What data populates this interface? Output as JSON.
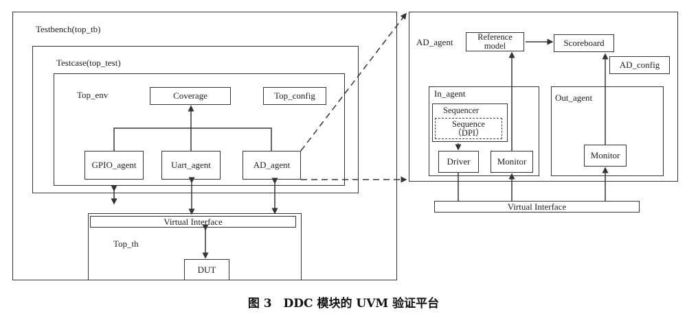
{
  "left": {
    "testbench_label": "Testbench(top_tb)",
    "testcase_label": "Testcase(top_test)",
    "env_label": "Top_env",
    "coverage": "Coverage",
    "top_config": "Top_config",
    "gpio_agent": "GPIO_agent",
    "uart_agent": "Uart_agent",
    "ad_agent": "AD_agent",
    "th_label": "Top_th",
    "virtual_interface": "Virtual Interface",
    "dut": "DUT"
  },
  "right": {
    "ad_agent_label": "AD_agent",
    "reference_model_line1": "Reference",
    "reference_model_line2": "model",
    "scoreboard": "Scoreboard",
    "ad_config": "AD_config",
    "in_agent_label": "In_agent",
    "out_agent_label": "Out_agent",
    "sequencer": "Sequencer",
    "sequence_line1": "Sequence",
    "sequence_line2": "（DPI）",
    "driver": "Driver",
    "monitor_in": "Monitor",
    "monitor_out": "Monitor",
    "virtual_interface": "Virtual Interface"
  },
  "caption": "图 3　DDC 模块的 UVM 验证平台"
}
